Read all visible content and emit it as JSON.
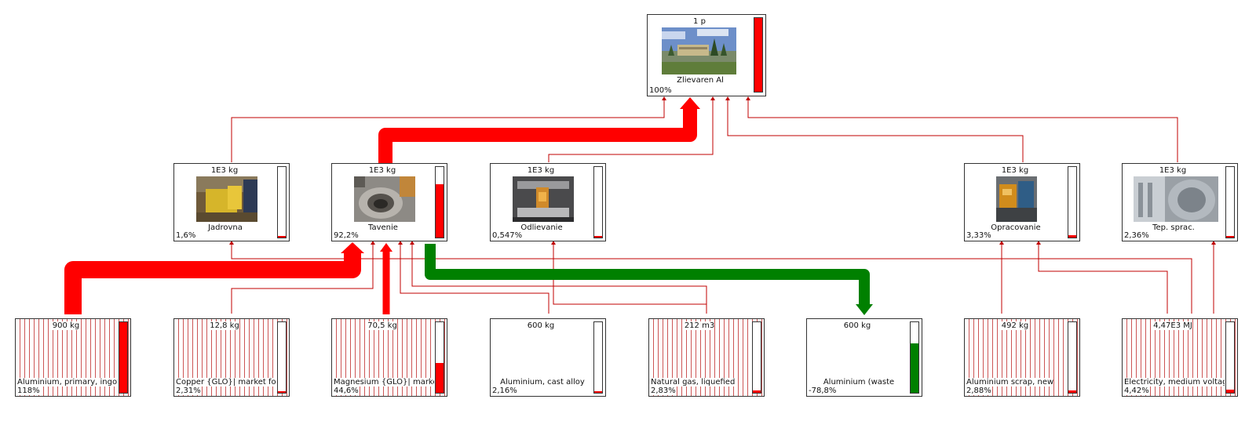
{
  "colors": {
    "positive": "#ff0000",
    "negative": "#008000",
    "thin_link": "#c00000",
    "hatch": "#cc5555"
  },
  "root": {
    "amount": "1 p",
    "name": "Zlievaren Al",
    "percent": "100%",
    "gauge_level": 1.0,
    "gauge_color": "#ff0000",
    "image": "factory-building-photo"
  },
  "processes": [
    {
      "id": "jadrovna",
      "amount": "1E3 kg",
      "name": "Jadrovna",
      "percent": "1,6%",
      "gauge_level": 0.016,
      "gauge_color": "#ff0000",
      "image": "core-workshop-photo"
    },
    {
      "id": "tavenie",
      "amount": "1E3 kg",
      "name": "Tavenie",
      "percent": "92,2%",
      "gauge_level": 0.76,
      "gauge_color": "#ff0000",
      "image": "melting-furnace-photo"
    },
    {
      "id": "odlievanie",
      "amount": "1E3 kg",
      "name": "Odlievanie",
      "percent": "0,547%",
      "gauge_level": 0.005,
      "gauge_color": "#ff0000",
      "image": "casting-machine-photo"
    },
    {
      "id": "opracovanie",
      "amount": "1E3 kg",
      "name": "Opracovanie",
      "percent": "3,33%",
      "gauge_level": 0.033,
      "gauge_color": "#ff0000",
      "image": "machining-photo"
    },
    {
      "id": "tep-sprac",
      "amount": "1E3 kg",
      "name": "Tep. sprac.",
      "percent": "2,36%",
      "gauge_level": 0.024,
      "gauge_color": "#ff0000",
      "image": "heat-treatment-photo"
    }
  ],
  "inputs": [
    {
      "id": "al-primary",
      "amount": "900 kg",
      "name": "Aluminium, primary, ingot",
      "percent": "118%",
      "gauge_level": 1.0,
      "gauge_color": "#ff0000",
      "hatched": true
    },
    {
      "id": "copper",
      "amount": "12,8 kg",
      "name": "Copper {GLO}| market for",
      "percent": "2,31%",
      "gauge_level": 0.023,
      "gauge_color": "#ff0000",
      "hatched": true
    },
    {
      "id": "magnesium",
      "amount": "70,5 kg",
      "name": "Magnesium {GLO}| market",
      "percent": "44,6%",
      "gauge_level": 0.42,
      "gauge_color": "#ff0000",
      "hatched": true
    },
    {
      "id": "al-cast",
      "amount": "600 kg",
      "name": "Aluminium, cast alloy",
      "percent": "2,16%",
      "gauge_level": 0.02,
      "gauge_color": "#ff0000",
      "hatched": false
    },
    {
      "id": "natural-gas",
      "amount": "212 m3",
      "name": "Natural gas, liquefied",
      "percent": "2,83%",
      "gauge_level": 0.028,
      "gauge_color": "#ff0000",
      "hatched": true
    },
    {
      "id": "al-waste",
      "amount": "600 kg",
      "name": "Aluminium (waste",
      "percent": "-78,8%",
      "gauge_level": 0.7,
      "gauge_color": "#008000",
      "hatched": false
    },
    {
      "id": "al-scrap",
      "amount": "492 kg",
      "name": "Aluminium scrap, new",
      "percent": "2,88%",
      "gauge_level": 0.029,
      "gauge_color": "#ff0000",
      "hatched": true
    },
    {
      "id": "electricity",
      "amount": "4,47E3 MJ",
      "name": "Electricity, medium voltage",
      "percent": "4,42%",
      "gauge_level": 0.044,
      "gauge_color": "#ff0000",
      "hatched": true
    }
  ]
}
